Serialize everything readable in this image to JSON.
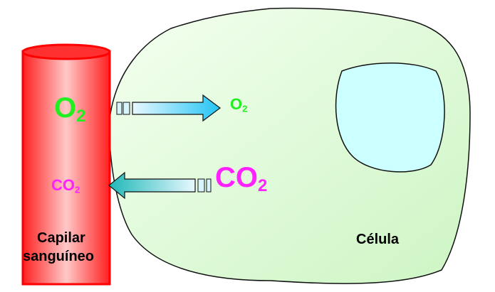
{
  "capillary": {
    "label_line1": "Capilar",
    "label_line2": "sanguíneo",
    "o2": "O",
    "co2": "CO",
    "sub": "2"
  },
  "cell": {
    "label": "Célula",
    "o2": "O",
    "co2": "CO",
    "sub": "2"
  },
  "colors": {
    "o2": "#22ee22",
    "co2": "#ff22ff",
    "capillary": "#ff2222",
    "cell": "#dff9d8",
    "nucleus": "#ccffff"
  }
}
